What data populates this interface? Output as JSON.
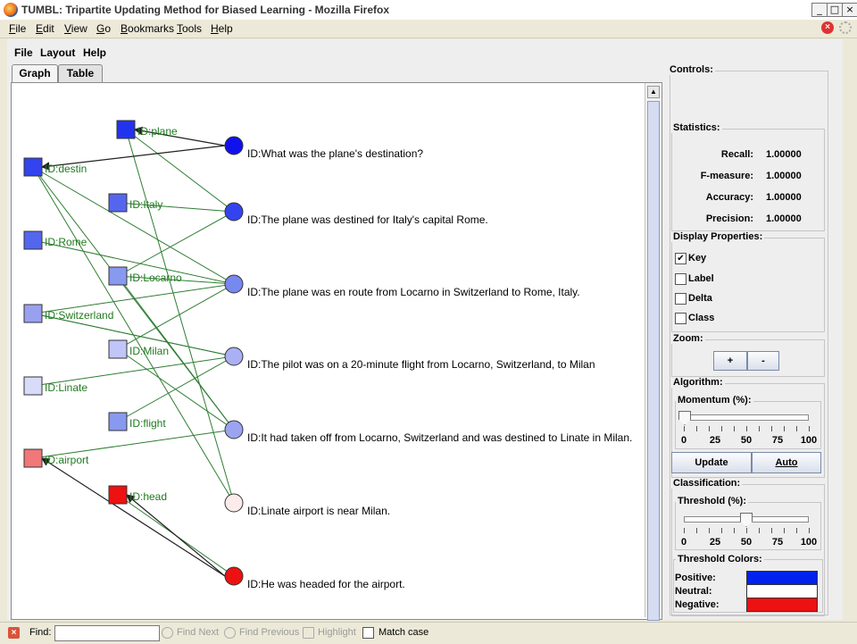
{
  "window": {
    "title": "TUMBL: Tripartite Updating Method for Biased Learning - Mozilla Firefox",
    "min": "_",
    "max": "□",
    "close": "×"
  },
  "browser_menu": {
    "items": [
      {
        "key": "F",
        "rest": "ile"
      },
      {
        "key": "E",
        "rest": "dit"
      },
      {
        "key": "V",
        "rest": "iew"
      },
      {
        "key": "G",
        "rest": "o"
      },
      {
        "key": "B",
        "rest": "ookmarks"
      },
      {
        "key": "T",
        "rest": "ools"
      },
      {
        "key": "H",
        "rest": "elp"
      }
    ]
  },
  "app_menu": {
    "file": "File",
    "layout": "Layout",
    "help": "Help"
  },
  "tabs": {
    "graph": "Graph",
    "table": "Table"
  },
  "graph": {
    "edge_color": "#2e7d32",
    "arrow_color": "#222222",
    "keys": [
      {
        "label": "ID:plane",
        "color": "#2233ee"
      },
      {
        "label": "ID:destin",
        "color": "#3344ee"
      },
      {
        "label": "ID:Italy",
        "color": "#5566ee"
      },
      {
        "label": "ID:Rome",
        "color": "#5566ee"
      },
      {
        "label": "ID:Locarno",
        "color": "#8899f0"
      },
      {
        "label": "ID:Switzerland",
        "color": "#99a0f0"
      },
      {
        "label": "ID:Milan",
        "color": "#c0c6f8"
      },
      {
        "label": "ID:Linate",
        "color": "#d8dcf8"
      },
      {
        "label": "ID:flight",
        "color": "#8899f0"
      },
      {
        "label": "ID:airport",
        "color": "#f07878"
      },
      {
        "label": "ID:head",
        "color": "#ee1111"
      }
    ],
    "sentences": [
      {
        "label": "ID:What was the plane's destination?",
        "color": "#1111ee"
      },
      {
        "label": "ID:The plane was destined for Italy's capital Rome.",
        "color": "#3344ee"
      },
      {
        "label": "ID:The plane was en route from Locarno in Switzerland to Rome, Italy.",
        "color": "#7788ee"
      },
      {
        "label": "ID:The pilot was on a 20-minute flight from Locarno, Switzerland, to Milan",
        "color": "#aab0f4"
      },
      {
        "label": "ID:It had taken off from Locarno, Switzerland and was destined to Linate in Milan.",
        "color": "#9aa4f0"
      },
      {
        "label": "ID:Linate airport is near Milan.",
        "color": "#fcebeb"
      },
      {
        "label": "ID:He was headed for the airport.",
        "color": "#ee1111"
      }
    ],
    "edges": [
      [
        0,
        1
      ],
      [
        1,
        2
      ],
      [
        2,
        1
      ],
      [
        3,
        2
      ],
      [
        4,
        1
      ],
      [
        4,
        2
      ],
      [
        5,
        2
      ],
      [
        5,
        3
      ],
      [
        6,
        2
      ],
      [
        7,
        3
      ],
      [
        8,
        3
      ],
      [
        1,
        4
      ],
      [
        4,
        4
      ],
      [
        5,
        3
      ],
      [
        1,
        5
      ],
      [
        0,
        5
      ],
      [
        9,
        4
      ],
      [
        6,
        4
      ],
      [
        10,
        6
      ]
    ],
    "arrows": [
      [
        0,
        0
      ],
      [
        0,
        1
      ],
      [
        6,
        9
      ],
      [
        6,
        10
      ]
    ]
  },
  "controls": {
    "title": "Controls:"
  },
  "statistics": {
    "title": "Statistics:",
    "rows": [
      {
        "label": "Recall:",
        "value": "1.00000"
      },
      {
        "label": "F-measure:",
        "value": "1.00000"
      },
      {
        "label": "Accuracy:",
        "value": "1.00000"
      },
      {
        "label": "Precision:",
        "value": "1.00000"
      }
    ]
  },
  "display": {
    "title": "Display Properties:",
    "options": [
      {
        "label": "Key",
        "checked": true,
        "mark": "✔"
      },
      {
        "label": "Label",
        "checked": false,
        "mark": ""
      },
      {
        "label": "Delta",
        "checked": false,
        "mark": ""
      },
      {
        "label": "Class",
        "checked": false,
        "mark": ""
      }
    ]
  },
  "zoom": {
    "title": "Zoom:",
    "plus": "+",
    "minus": "-"
  },
  "algorithm": {
    "title": "Algorithm:",
    "momentum_label": "Momentum (%):",
    "momentum_value": 0,
    "tick_labels": [
      "0",
      "25",
      "50",
      "75",
      "100"
    ],
    "update": "Update",
    "auto": "Auto"
  },
  "classification": {
    "title": "Classification:",
    "threshold_label": "Threshold (%):",
    "threshold_value": 50,
    "tick_labels": [
      "0",
      "25",
      "50",
      "75",
      "100"
    ],
    "colors_title": "Threshold Colors:",
    "colors": [
      {
        "label": "Positive:",
        "color": "#0022ee"
      },
      {
        "label": "Neutral:",
        "color": "#ffffff"
      },
      {
        "label": "Negative:",
        "color": "#ee1111"
      }
    ]
  },
  "findbar": {
    "close": "×",
    "label": "Find:",
    "value": "",
    "find_next": "Find Next",
    "find_previous": "Find Previous",
    "highlight": "Highlight",
    "match_case": "Match case"
  }
}
